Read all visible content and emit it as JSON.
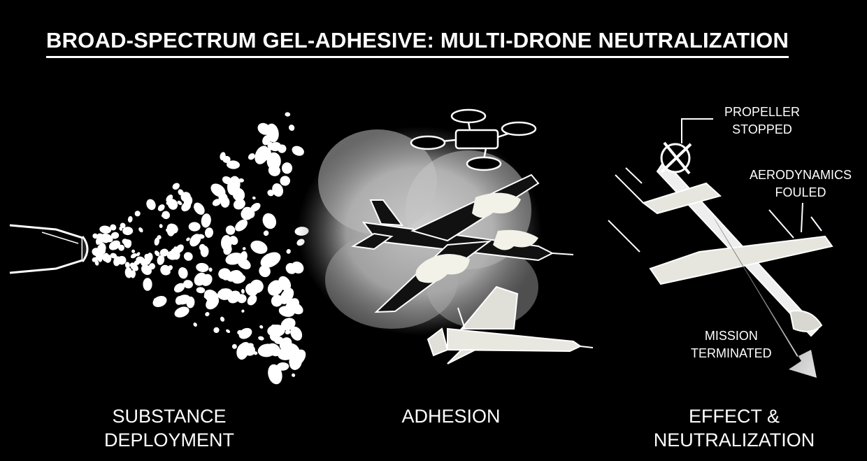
{
  "title": "BROAD-SPECTRUM GEL-ADHESIVE: MULTI-DRONE NEUTRALIZATION",
  "stages": [
    {
      "line1": "SUBSTANCE",
      "line2": "DEPLOYMENT"
    },
    {
      "line1": "ADHESION",
      "line2": ""
    },
    {
      "line1": "EFFECT &",
      "line2": "NEUTRALIZATION"
    }
  ],
  "callouts": {
    "propeller": {
      "line1": "PROPELLER",
      "line2": "STOPPED"
    },
    "aero": {
      "line1": "AERODYNAMICS",
      "line2": "FOULED"
    },
    "mission": {
      "line1": "MISSION",
      "line2": "TERMINATED"
    }
  }
}
